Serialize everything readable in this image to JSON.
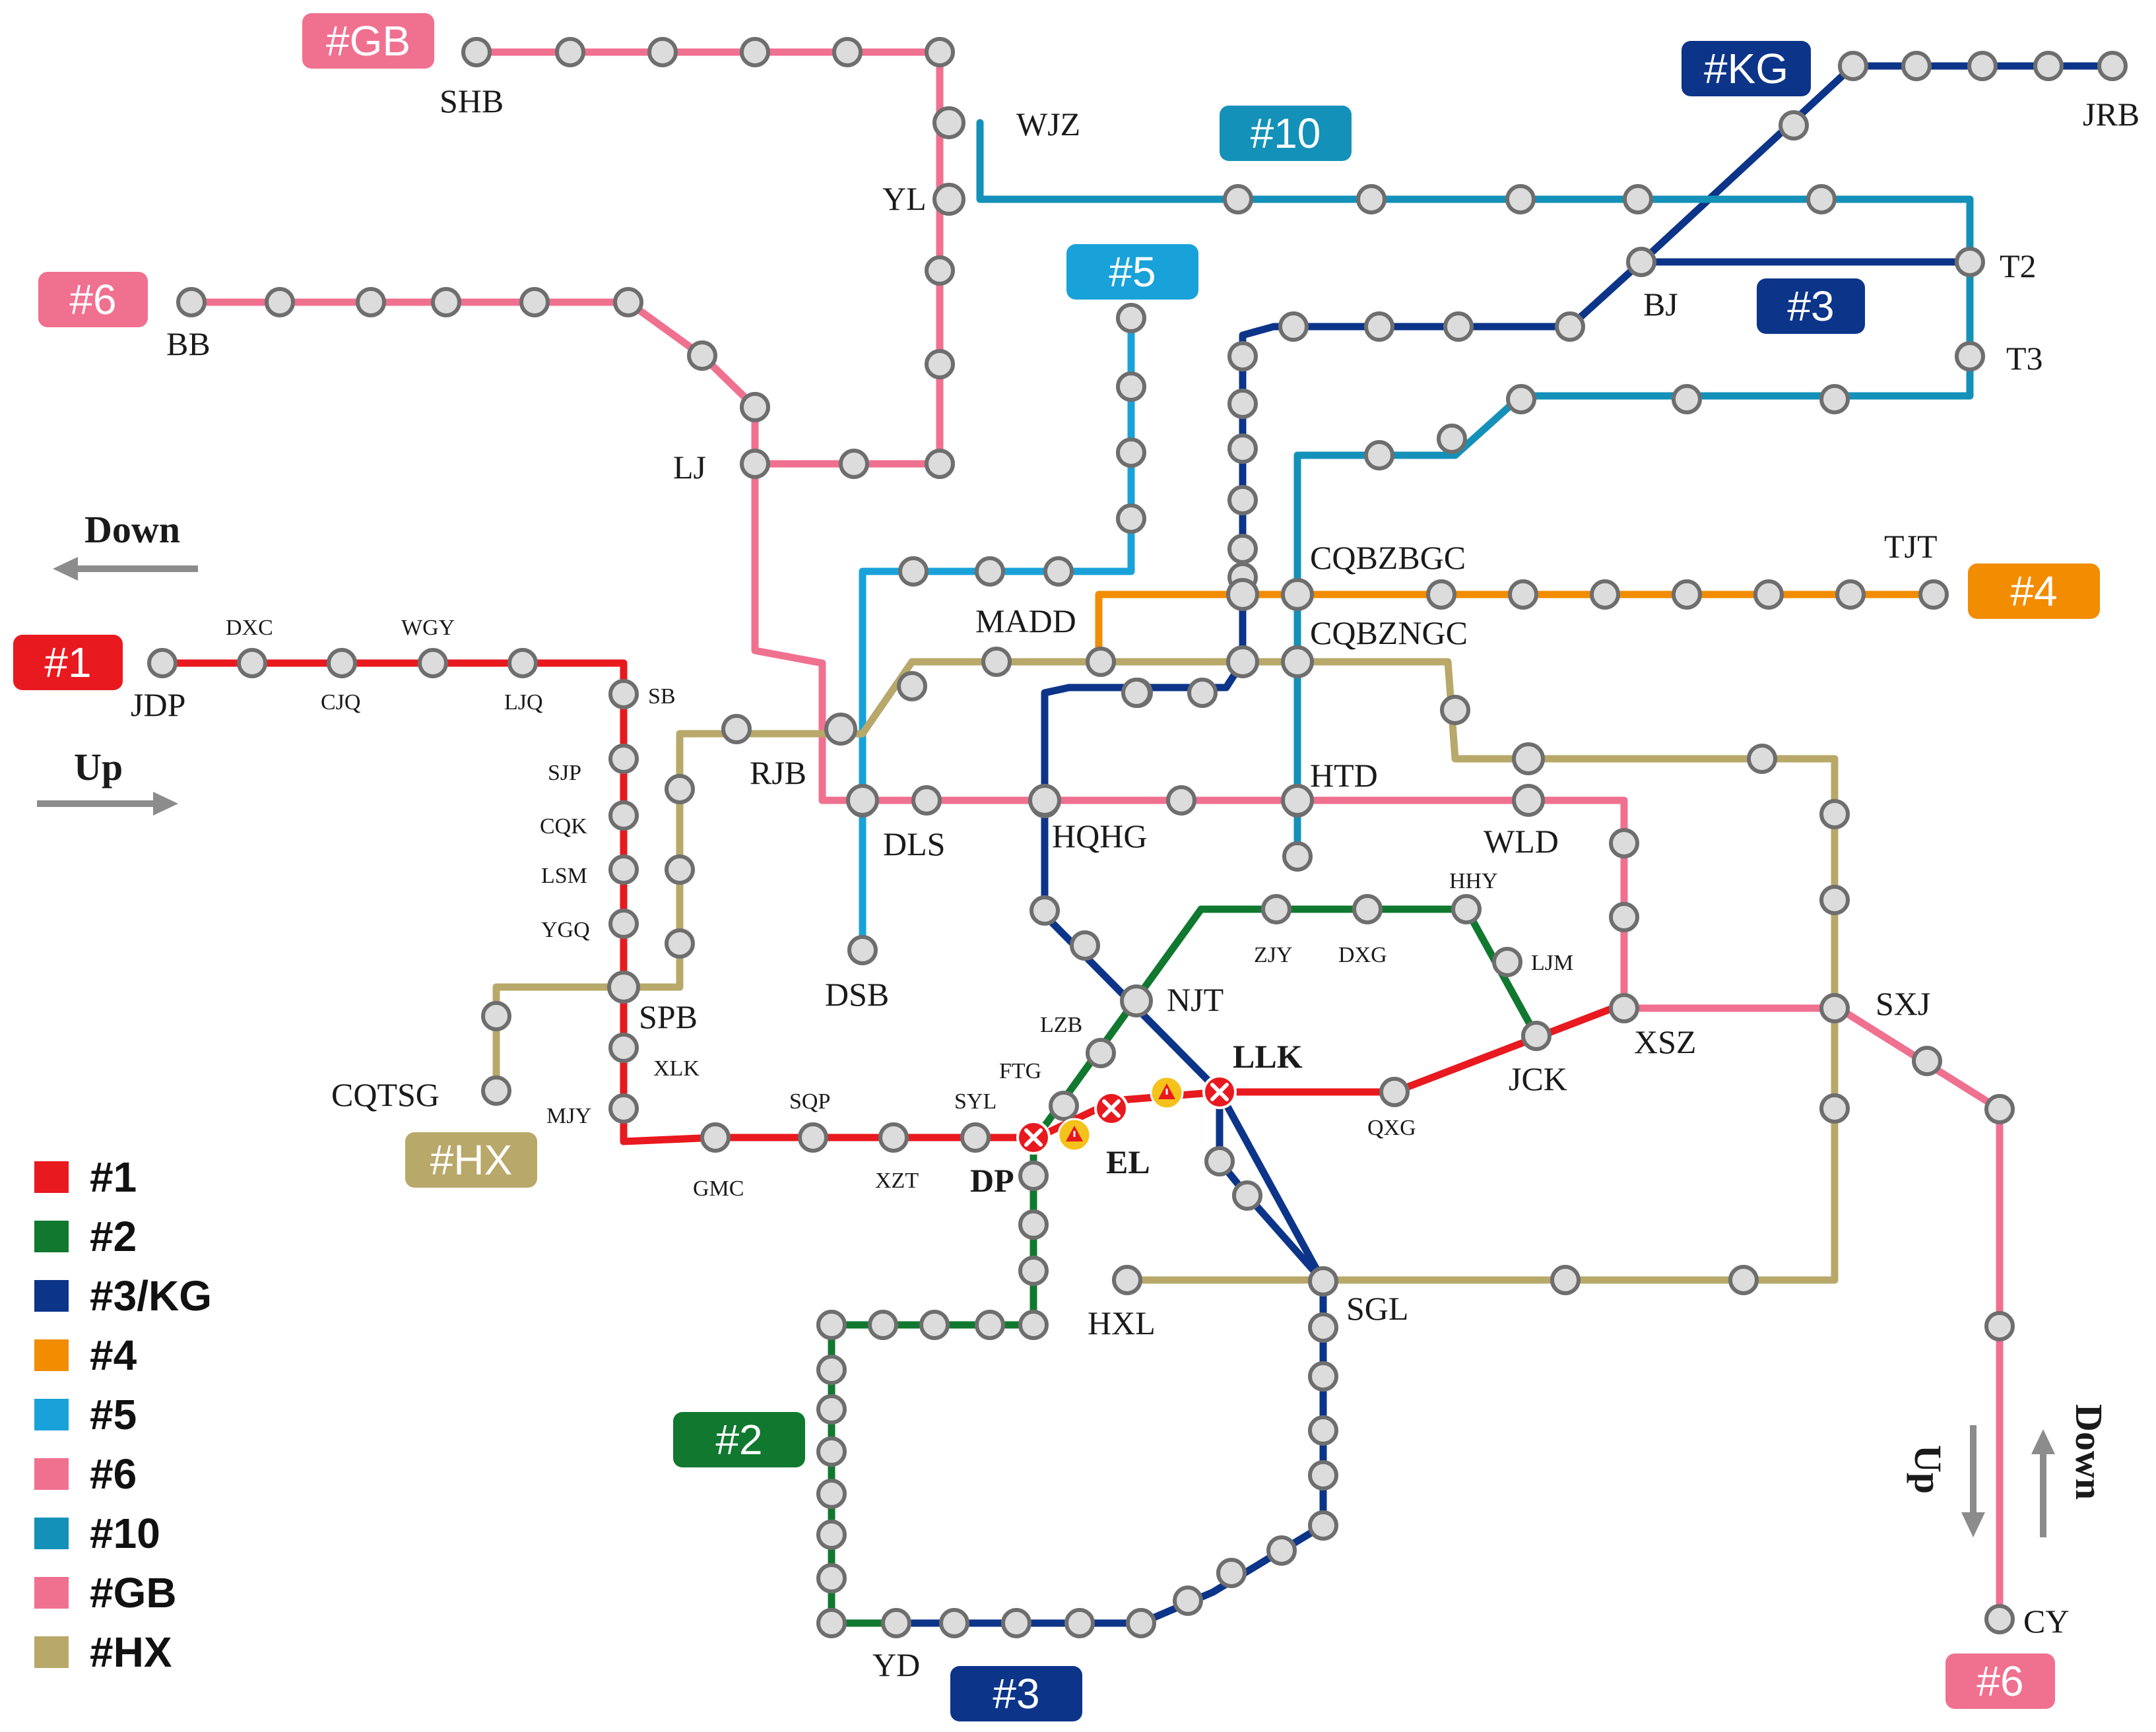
{
  "lines": {
    "l1": {
      "name": "#1",
      "color": "#e8191f"
    },
    "l2": {
      "name": "#2",
      "color": "#10792f"
    },
    "l3": {
      "name": "#3",
      "color": "#0c3489"
    },
    "kg": {
      "name": "#KG",
      "color": "#0c3489"
    },
    "l4": {
      "name": "#4",
      "color": "#f28c00"
    },
    "l5": {
      "name": "#5",
      "color": "#19a2d9"
    },
    "l6": {
      "name": "#6",
      "color": "#f07090"
    },
    "l10": {
      "name": "#10",
      "color": "#1491b8"
    },
    "gb": {
      "name": "#GB",
      "color": "#f07090"
    },
    "hx": {
      "name": "#HX",
      "color": "#b8a86a"
    }
  },
  "legend": [
    {
      "label": "#1",
      "color": "#e8191f"
    },
    {
      "label": "#2",
      "color": "#10792f"
    },
    {
      "label": "#3/KG",
      "color": "#0c3489"
    },
    {
      "label": "#4",
      "color": "#f28c00"
    },
    {
      "label": "#5",
      "color": "#19a2d9"
    },
    {
      "label": "#6",
      "color": "#f07090"
    },
    {
      "label": "#10",
      "color": "#1491b8"
    },
    {
      "label": "#GB",
      "color": "#f07090"
    },
    {
      "label": "#HX",
      "color": "#b8a86a"
    }
  ],
  "stations": {
    "shb": "SHB",
    "wjz": "WJZ",
    "yl": "YL",
    "jrb": "JRB",
    "bj": "BJ",
    "t2": "T2",
    "t3": "T3",
    "bb": "BB",
    "lj": "LJ",
    "tjt": "TJT",
    "cqbzbgc": "CQBZBGC",
    "madd": "MADD",
    "cqbzngc": "CQBZNGC",
    "jdp": "JDP",
    "dxc": "DXC",
    "cjq": "CJQ",
    "wgy": "WGY",
    "ljq": "LJQ",
    "sb": "SB",
    "sjp": "SJP",
    "cqk": "CQK",
    "lsm": "LSM",
    "ygq": "YGQ",
    "spb": "SPB",
    "xlk": "XLK",
    "mjy": "MJY",
    "cqtsg": "CQTSG",
    "rjb": "RJB",
    "dls": "DLS",
    "hqhg": "HQHG",
    "htd": "HTD",
    "wld": "WLD",
    "dsb": "DSB",
    "njt": "NJT",
    "lzb": "LZB",
    "ftg": "FTG",
    "syl": "SYL",
    "sqp": "SQP",
    "gmc": "GMC",
    "xzt": "XZT",
    "dp": "DP",
    "el": "EL",
    "llk": "LLK",
    "zjy": "ZJY",
    "dxg": "DXG",
    "hhy": "HHY",
    "ljm": "LJM",
    "jck": "JCK",
    "xsz": "XSZ",
    "sxj": "SXJ",
    "qxg": "QXG",
    "hxl": "HXL",
    "sgl": "SGL",
    "yd": "YD",
    "cy": "CY"
  },
  "directions": {
    "left_down": "Down",
    "left_up": "Up",
    "right_up": "Up",
    "right_down": "Down"
  },
  "incidents": {
    "closed_marker": "red-x-icon",
    "warning_marker": "warning-triangle-icon"
  }
}
